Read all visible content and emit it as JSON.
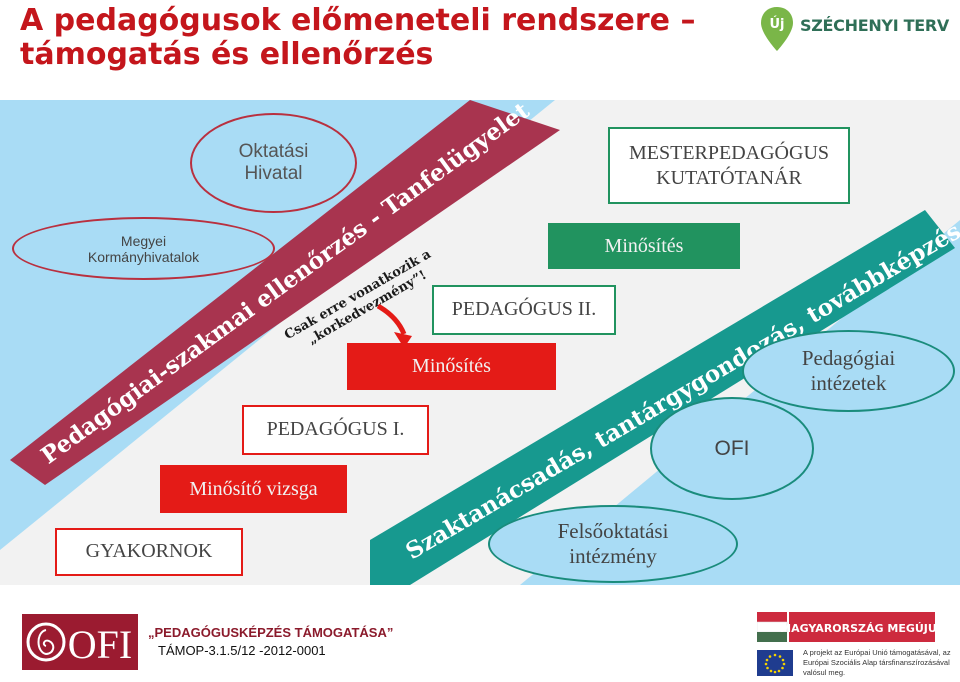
{
  "title": {
    "line1": "A pedagógusok előmeneteli rendszere –",
    "line2": "támogatás és ellenőrzés"
  },
  "logo_top": {
    "text": "SZÉCHENYI TERV",
    "pin_letter": "Új",
    "color": "#7ab648"
  },
  "diagram": {
    "oktatasi_hivatal": "Oktatási Hivatal",
    "megyei": "Megyei Kormányhivatalok",
    "tanfelugyelet_band": "Pedagógiai-szakmai ellenőrzés - Tanfelügyelet",
    "note": {
      "line1": "Csak erre vonatkozik a",
      "line2": "„korkedvezmény”!"
    },
    "mesterpedagogus": {
      "line1": "MESTERPEDAGÓGUS",
      "line2": "KUTATÓTANÁR"
    },
    "minosites_top": "Minősítés",
    "pedagogus2": "PEDAGÓGUS II.",
    "minosites_mid": "Minősítés",
    "pedagogus1": "PEDAGÓGUS I.",
    "minosito_vizsga": "Minősítő vizsga",
    "gyakornok": "GYAKORNOK",
    "szaktanacsadas_band": "Szaktanácsadás, tantárgygondozás, továbbképzés",
    "pedagogiai_intezetek": "Pedagógiai intézetek",
    "ofi": "OFI",
    "felsooktatasi": "Felsőoktatási intézmény",
    "colors": {
      "title_red": "#c4161c",
      "sky": "#a9dcf5",
      "band_red": "#a8344f",
      "band_teal": "#17998f",
      "box_green": "#21935f",
      "box_red": "#e41b17",
      "ellipse_teal": "#1a8c7c",
      "ellipse_red": "#b9303f"
    }
  },
  "footer": {
    "ofi_logo": "OFI",
    "project_name": "„PEDAGÓGUSKÉPZÉS TÁMOGATÁSA”",
    "project_code": "TÁMOP-3.1.5/12 -2012-0001",
    "mm_logo": "MAGYARORSZÁG MEGÚJUL",
    "eu_text": "A projekt az Európai Unió támogatásával, az Európai Szociális Alap társfinanszírozásával valósul meg."
  }
}
